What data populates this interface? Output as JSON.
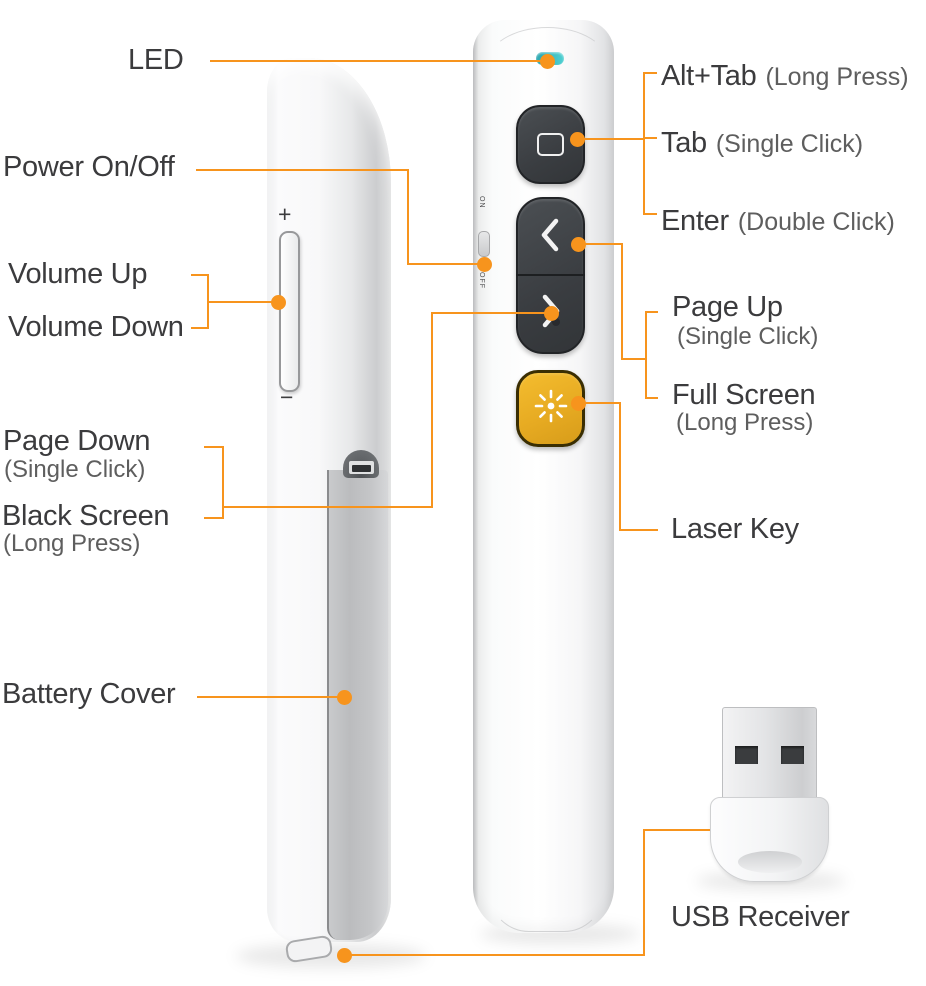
{
  "meta": {
    "description": "Annotated diagram of a wireless presenter remote (side view, front view) with USB receiver"
  },
  "colors": {
    "accent": "#F7941D",
    "label_text": "#3B3B3D",
    "sublabel_text": "#5E5E5E",
    "button_dark": "#3F4347",
    "laser_button_yellow": "#E7AB22",
    "led_teal": "#45C6C8"
  },
  "labels": {
    "led": "LED",
    "power": "Power On/Off",
    "volume_up": "Volume Up",
    "volume_down": "Volume Down",
    "page_down": "Page Down",
    "page_down_sub": "(Single Click)",
    "black_screen": "Black Screen",
    "black_screen_sub": "(Long Press)",
    "battery_cover": "Battery Cover",
    "alt_tab": "Alt+Tab",
    "alt_tab_sub": "(Long Press)",
    "tab": "Tab",
    "tab_sub": "(Single Click)",
    "enter": "Enter",
    "enter_sub": "(Double Click)",
    "page_up": "Page Up",
    "page_up_sub": "(Single Click)",
    "full_screen": "Full Screen",
    "full_screen_sub": "(Long Press)",
    "laser_key": "Laser Key",
    "usb_receiver": "USB Receiver"
  },
  "device": {
    "volume_plus": "+",
    "volume_minus": "−",
    "switch_on": "ON",
    "switch_off": "OFF"
  },
  "icons": {
    "led": "led-indicator-pill",
    "tab_button": "window-outline-icon",
    "page_up_button": "chevron-left-icon",
    "page_down_button": "chevron-right-icon",
    "laser_button": "sunburst-icon",
    "usb_plug": "usb-contact-holes"
  }
}
